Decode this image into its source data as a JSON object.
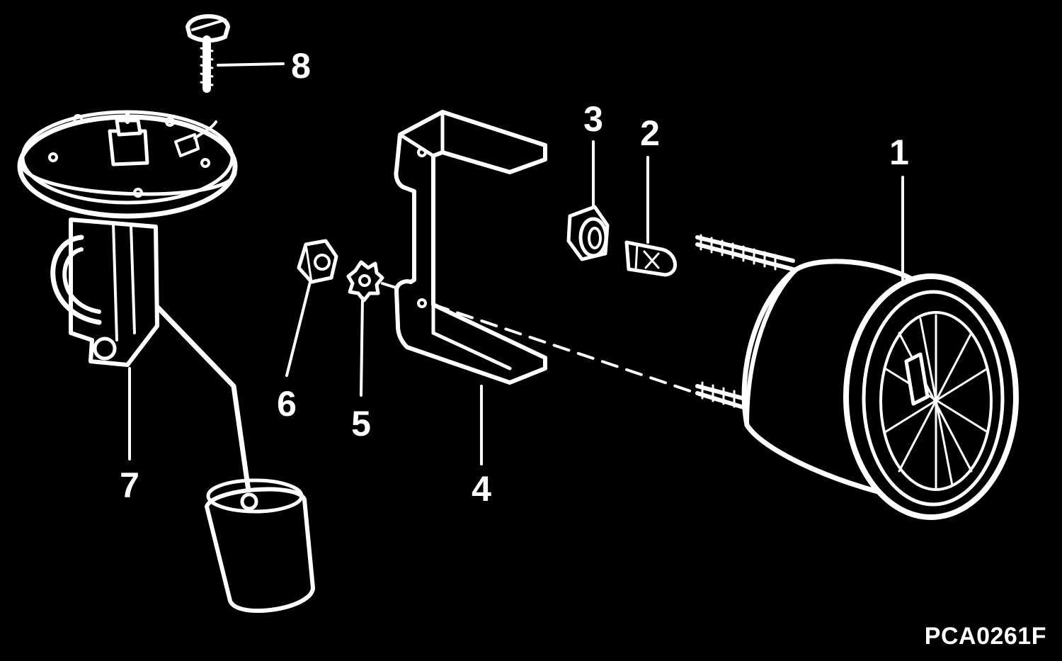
{
  "figure_code": "PCA0261F",
  "parts": [
    {
      "id": 1,
      "label": "1",
      "icon": "gauge-icon"
    },
    {
      "id": 2,
      "label": "2",
      "icon": "bulb-icon"
    },
    {
      "id": 3,
      "label": "3",
      "icon": "bulb-socket-icon"
    },
    {
      "id": 4,
      "label": "4",
      "icon": "bracket-icon"
    },
    {
      "id": 5,
      "label": "5",
      "icon": "lock-washer-icon"
    },
    {
      "id": 6,
      "label": "6",
      "icon": "nut-icon"
    },
    {
      "id": 7,
      "label": "7",
      "icon": "fuel-sender-unit-icon"
    },
    {
      "id": 8,
      "label": "8",
      "icon": "screw-icon"
    }
  ],
  "colors": {
    "background": "#000000",
    "line": "#ffffff"
  }
}
